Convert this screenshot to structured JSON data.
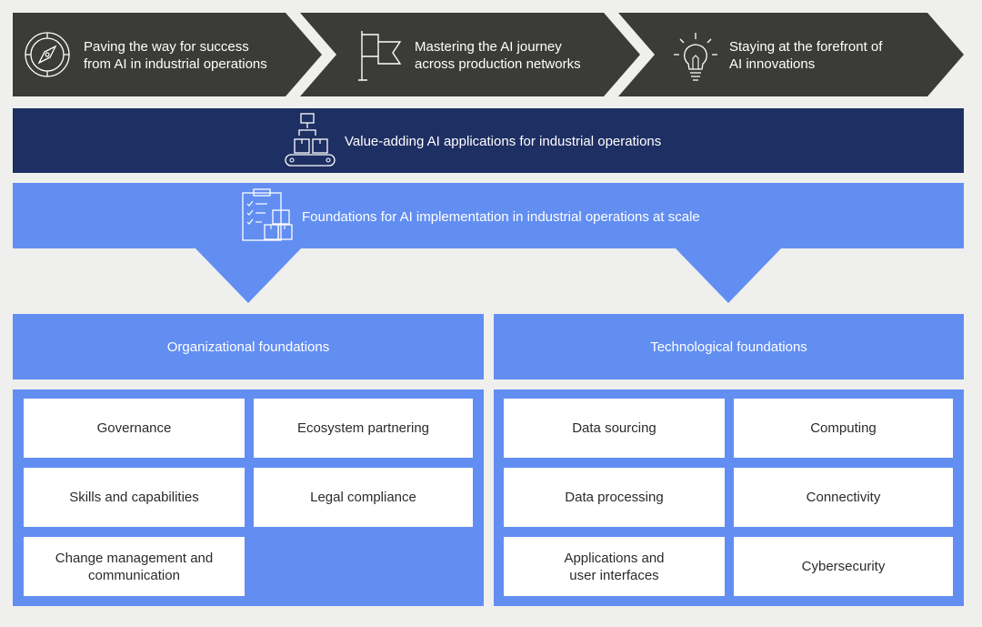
{
  "top_band": {
    "items": [
      {
        "label": "Paving the way for success\nfrom AI in industrial operations",
        "icon": "compass-icon"
      },
      {
        "label": "Mastering the AI journey\nacross production networks",
        "icon": "flag-icon"
      },
      {
        "label": "Staying at the forefront of\nAI innovations",
        "icon": "lightbulb-icon"
      }
    ]
  },
  "applications": {
    "label": "Value-adding AI applications for industrial operations",
    "icon": "robot-arm-conveyor-icon"
  },
  "foundations": {
    "label": "Foundations for AI implementation in industrial operations at scale",
    "icon": "checklist-boxes-icon"
  },
  "organizational": {
    "title": "Organizational foundations",
    "cards": [
      "Governance",
      "Ecosystem partnering",
      "Skills and capabilities",
      "Legal compliance",
      "Change management and\ncommunication"
    ]
  },
  "technological": {
    "title": "Technological foundations",
    "cards": [
      "Data sourcing",
      "Computing",
      "Data processing",
      "Connectivity",
      "Applications and\nuser interfaces",
      "Cybersecurity"
    ]
  },
  "colors": {
    "dark": "#3b3b38",
    "navy": "#1e2f63",
    "blue": "#628ef2",
    "background": "#efefed"
  }
}
